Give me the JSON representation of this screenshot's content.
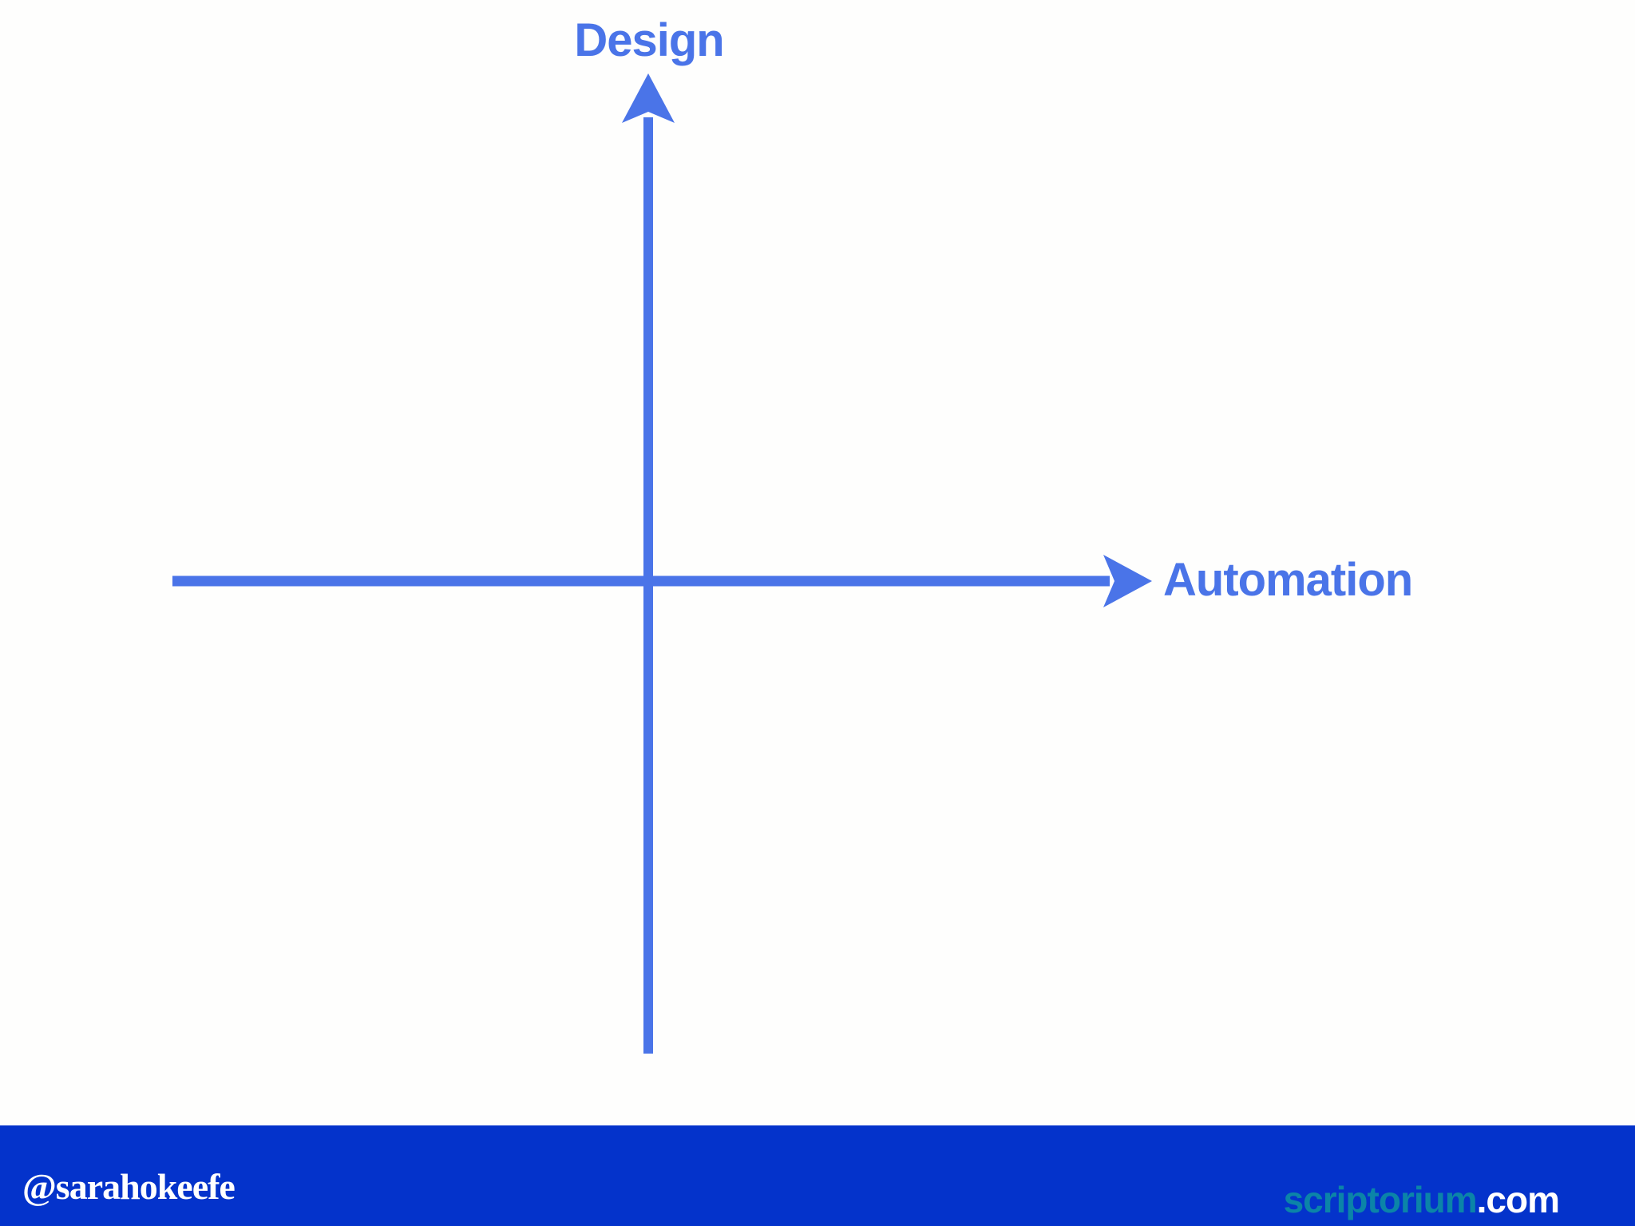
{
  "diagram": {
    "y_axis_label": "Design",
    "x_axis_label": "Automation"
  },
  "footer": {
    "handle": "@sarahokeefe",
    "site_name": "scriptorium",
    "site_tld": ".com"
  },
  "colors": {
    "axis_blue": "#4a74e8",
    "footer_blue": "#0433cb",
    "site_teal": "#0b84a8",
    "slide_background": "#fefefd",
    "footer_text": "#ffffff"
  }
}
